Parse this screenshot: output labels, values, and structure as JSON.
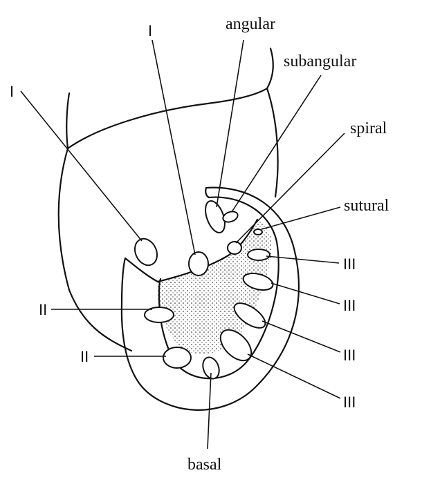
{
  "labels": {
    "angular": "angular",
    "subangular": "subangular",
    "spiral": "spiral",
    "sutural": "sutural",
    "basal": "basal",
    "roman_one_left": "I",
    "roman_one_top": "I",
    "roman_two_upper": "II",
    "roman_two_lower": "II",
    "roman_three_1": "III",
    "roman_three_2": "III",
    "roman_three_3": "III",
    "roman_three_4": "III"
  }
}
